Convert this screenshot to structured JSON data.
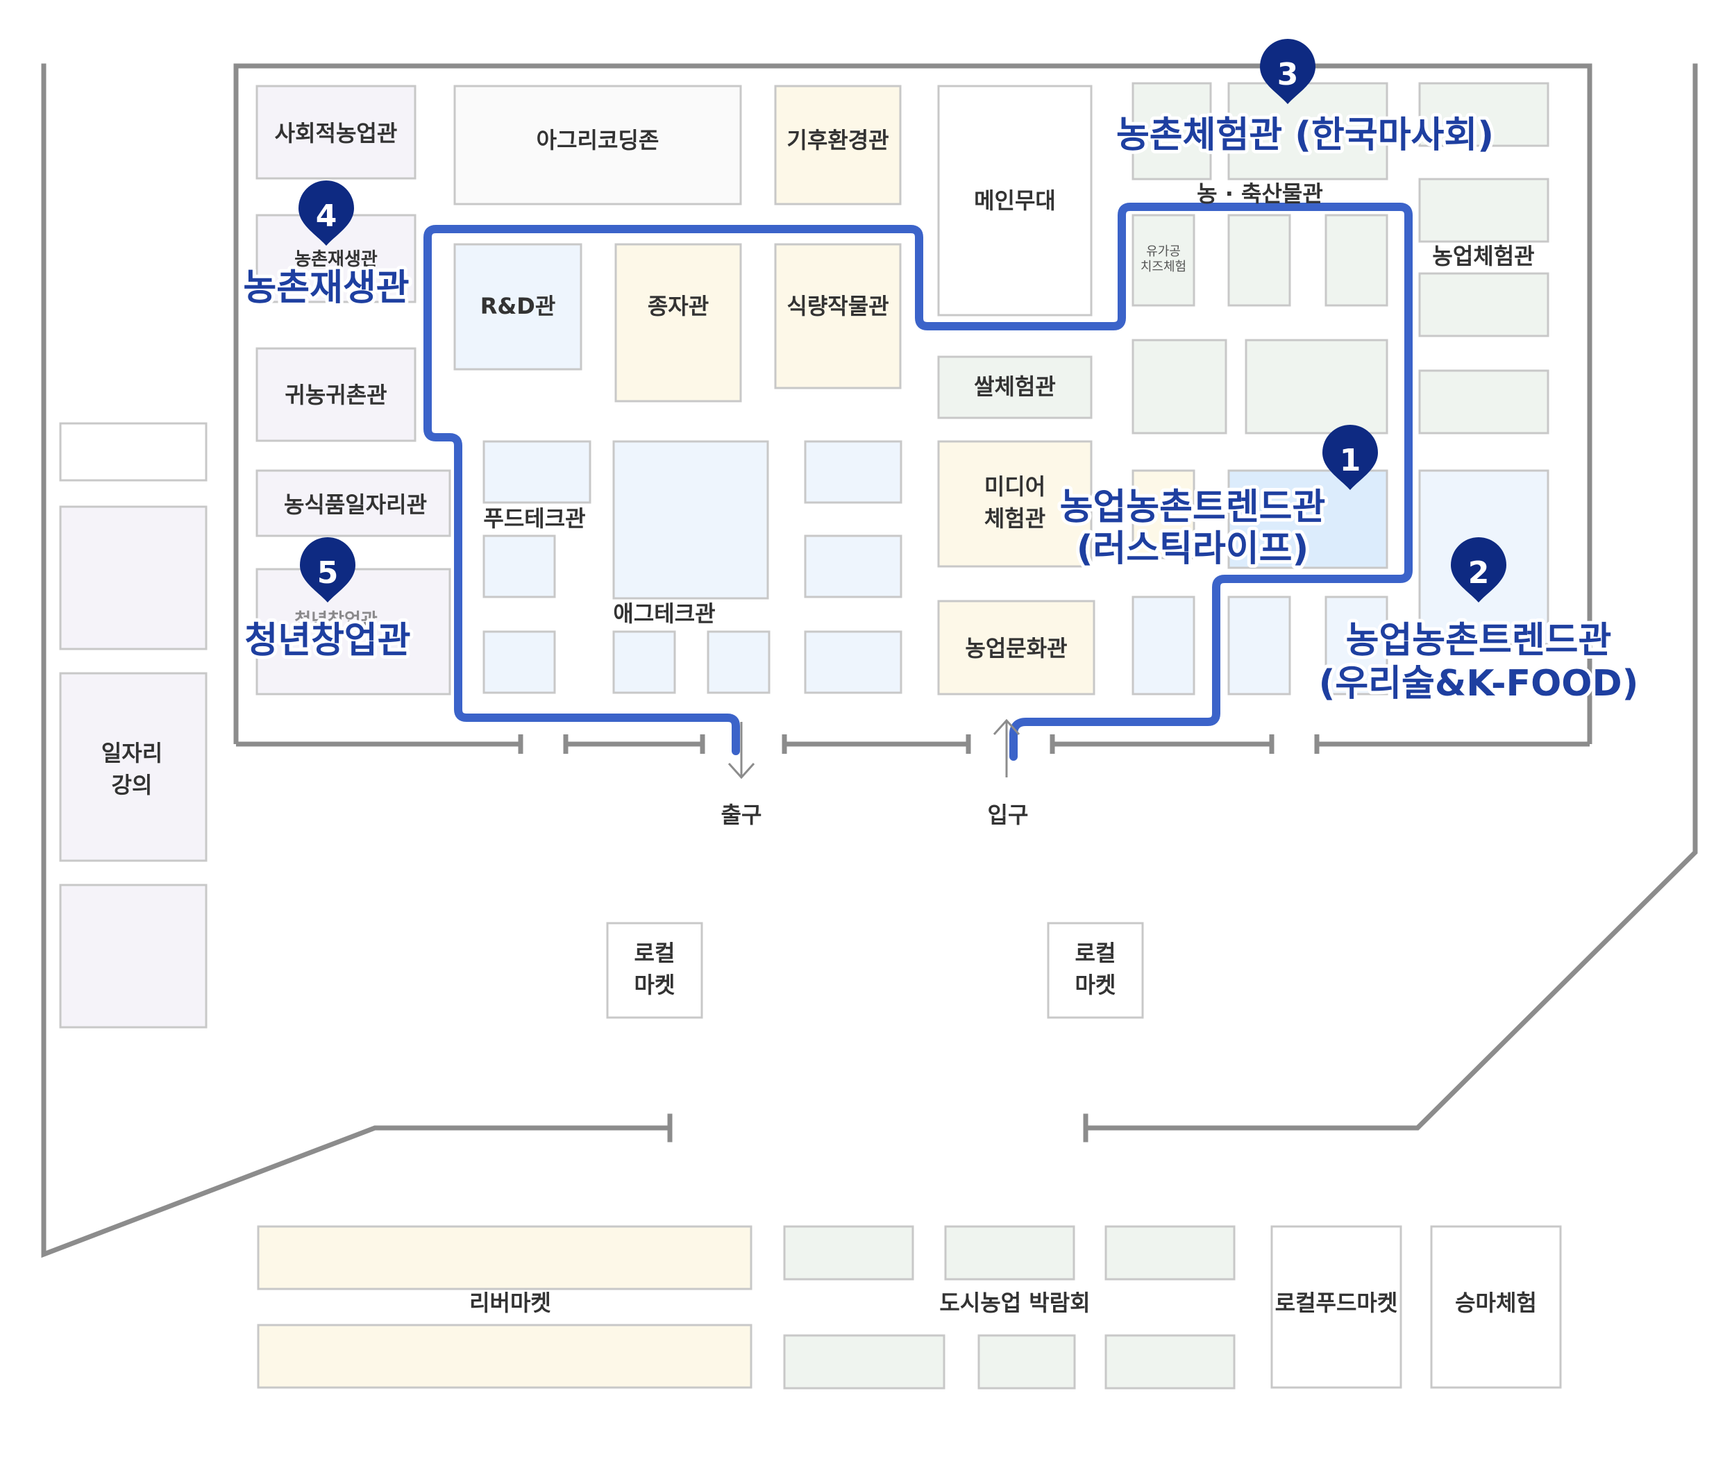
{
  "colors": {
    "wall": "#8c8c8c",
    "route": "#3b63c9",
    "pin": "#0e2a82",
    "callout_text": "#1e3fa0",
    "fill_purple": "#f5f3f9",
    "fill_white": "#fafafa",
    "fill_cream": "#fdf8e8",
    "fill_blue": "#eef5fd",
    "fill_green": "#eff4ef",
    "fill_highlight": "#dcecfc",
    "stroke_box": "#c8c8c8"
  },
  "halls": {
    "social_farming": "사회적농업관",
    "agri_coding": "아그리코딩존",
    "climate": "기후환경관",
    "main_stage": "메인무대",
    "livestock": "농 · 축산물관",
    "processing_1": "유가공",
    "processing_2": "치즈체험",
    "farm_experience": "농업체험관",
    "rural_regen_small": "농촌재생관",
    "rnd": "R&D관",
    "seed": "종자관",
    "food_crop": "식량작물관",
    "return_farm": "귀농귀촌관",
    "rice_experience": "쌀체험관",
    "food_jobs": "농식품일자리관",
    "foodtech": "푸드테크관",
    "agtech": "애그테크관",
    "media_1": "미디어",
    "media_2": "체험관",
    "agri_culture": "농업문화관",
    "youth_small": "청년창업관",
    "job_lecture_1": "일자리",
    "job_lecture_2": "강의",
    "exit": "출구",
    "entrance": "입구",
    "local_market_a_1": "로컬",
    "local_market_a_2": "마켓",
    "local_market_b_1": "로컬",
    "local_market_b_2": "마켓",
    "river_market": "리버마켓",
    "urban_farming_expo": "도시농업 박람회",
    "local_food_market": "로컬푸드마켓",
    "horse_riding": "승마체험"
  },
  "callouts": [
    {
      "num": "1",
      "line1": "농업농촌트렌드관",
      "line2": "(러스틱라이프)"
    },
    {
      "num": "2",
      "line1": "농업농촌트렌드관",
      "line2": "(우리술&K-FOOD)"
    },
    {
      "num": "3",
      "line1": "농촌체험관 (한국마사회)",
      "line2": ""
    },
    {
      "num": "4",
      "line1": "농촌재생관",
      "line2": ""
    },
    {
      "num": "5",
      "line1": "청년창업관",
      "line2": ""
    }
  ]
}
